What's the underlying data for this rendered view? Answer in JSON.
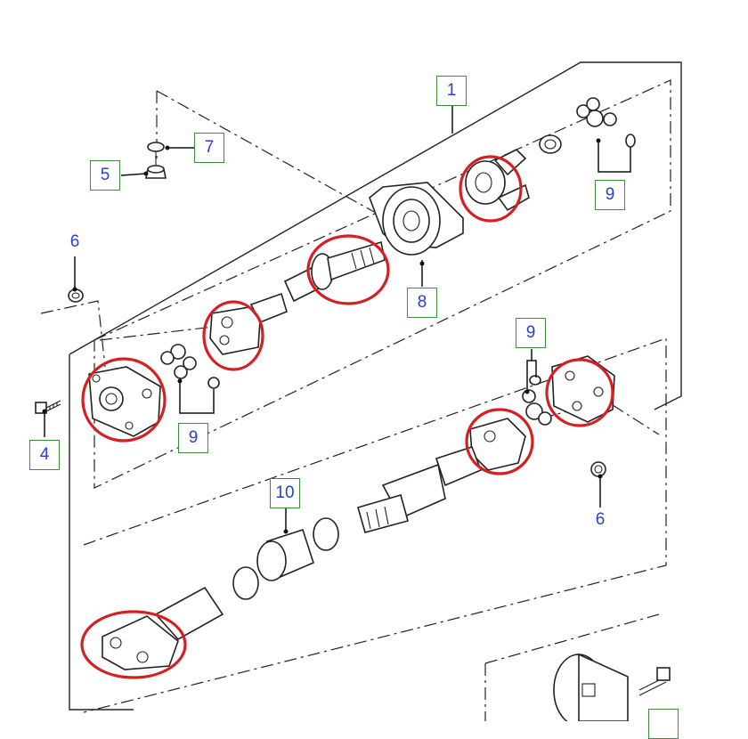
{
  "diagram": {
    "callouts": [
      {
        "id": "callout-1",
        "label": "1",
        "boxed": true
      },
      {
        "id": "callout-7",
        "label": "7",
        "boxed": true
      },
      {
        "id": "callout-5",
        "label": "5",
        "boxed": true
      },
      {
        "id": "callout-9-top",
        "label": "9",
        "boxed": true
      },
      {
        "id": "callout-6-upper",
        "label": "6",
        "boxed": false
      },
      {
        "id": "callout-8",
        "label": "8",
        "boxed": true
      },
      {
        "id": "callout-9-right",
        "label": "9",
        "boxed": true
      },
      {
        "id": "callout-4",
        "label": "4",
        "boxed": true
      },
      {
        "id": "callout-9-left",
        "label": "9",
        "boxed": true
      },
      {
        "id": "callout-10",
        "label": "10",
        "boxed": true
      },
      {
        "id": "callout-6-lower",
        "label": "6",
        "boxed": false
      }
    ],
    "colors": {
      "callout_text": "#2a3fd0",
      "callout_border": "#3c8c3c",
      "highlight_ring": "#d42020",
      "line_art": "#222222"
    }
  }
}
